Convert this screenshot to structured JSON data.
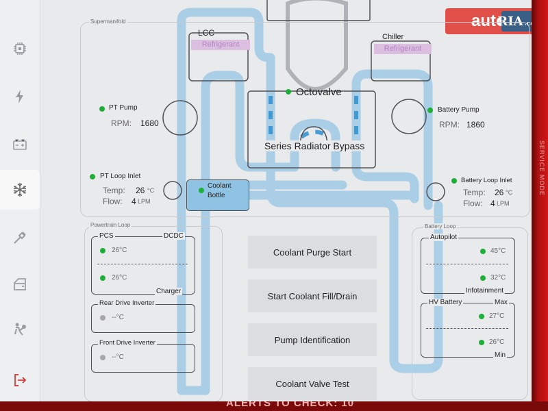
{
  "sidebar": {
    "items": [
      {
        "name": "chip-icon",
        "active": false
      },
      {
        "name": "lightning-icon",
        "active": false
      },
      {
        "name": "battery-icon",
        "active": false
      },
      {
        "name": "snowflake-icon",
        "active": true
      },
      {
        "name": "tool-icon",
        "active": false
      },
      {
        "name": "car-door-icon",
        "active": false
      },
      {
        "name": "airbag-icon",
        "active": false
      },
      {
        "name": "exit-icon",
        "active": false
      }
    ]
  },
  "logo": {
    "word": "auto",
    "badge": "RIA",
    "badge_suffix": ".com"
  },
  "bezel": {
    "text": "SERVICE MODE"
  },
  "alert_bar": {
    "text": "ALERTS TO CHECK: 10"
  },
  "supermanifold": {
    "title": "Supermanifold",
    "lcc": {
      "label": "LCC",
      "refrigerant": "Refrigerant"
    },
    "chiller": {
      "label": "Chiller",
      "refrigerant": "Refrigerant"
    },
    "octovalve": {
      "label": "Octovalve"
    },
    "series_radiator_bypass": {
      "label": "Series Radiator Bypass"
    },
    "coolant_bottle": {
      "line1": "Coolant",
      "line2": "Bottle"
    },
    "pt_pump": {
      "label": "PT Pump",
      "rpm_label": "RPM:",
      "rpm": "1680"
    },
    "battery_pump": {
      "label": "Battery Pump",
      "rpm_label": "RPM:",
      "rpm": "1860"
    },
    "pt_loop_inlet": {
      "label": "PT Loop Inlet",
      "temp_label": "Temp:",
      "temp": "26",
      "temp_unit": "°C",
      "flow_label": "Flow:",
      "flow": "4",
      "flow_unit": "LPM"
    },
    "battery_loop_inlet": {
      "label": "Battery Loop Inlet",
      "temp_label": "Temp:",
      "temp": "26",
      "temp_unit": "°C",
      "flow_label": "Flow:",
      "flow": "4",
      "flow_unit": "LPM"
    }
  },
  "powertrain_loop": {
    "title": "Powertrain Loop",
    "pcs": "PCS",
    "dcdc": "DCDC",
    "charger": "Charger",
    "temp1": "26°C",
    "temp2": "26°C",
    "rear_drive_inverter": {
      "label": "Rear Drive Inverter",
      "temp": "--°C"
    },
    "front_drive_inverter": {
      "label": "Front Drive Inverter",
      "temp": "--°C"
    }
  },
  "battery_loop": {
    "title": "Battery Loop",
    "autopilot": "Autopilot",
    "infotainment": "Infotainment",
    "temp_autopilot": "45°C",
    "temp_infotainment": "32°C",
    "hv_battery": "HV Battery",
    "max": "Max",
    "min": "Min",
    "temp_max": "27°C",
    "temp_min": "26°C"
  },
  "actions": [
    "Coolant Purge Start",
    "Start Coolant Fill/Drain",
    "Pump Identification",
    "Coolant Valve Test"
  ],
  "colors": {
    "pipe": "#a7cde6",
    "pipe_dark": "#2f8fd0",
    "status_on": "#1fae3a",
    "accent_red": "#d01818"
  }
}
